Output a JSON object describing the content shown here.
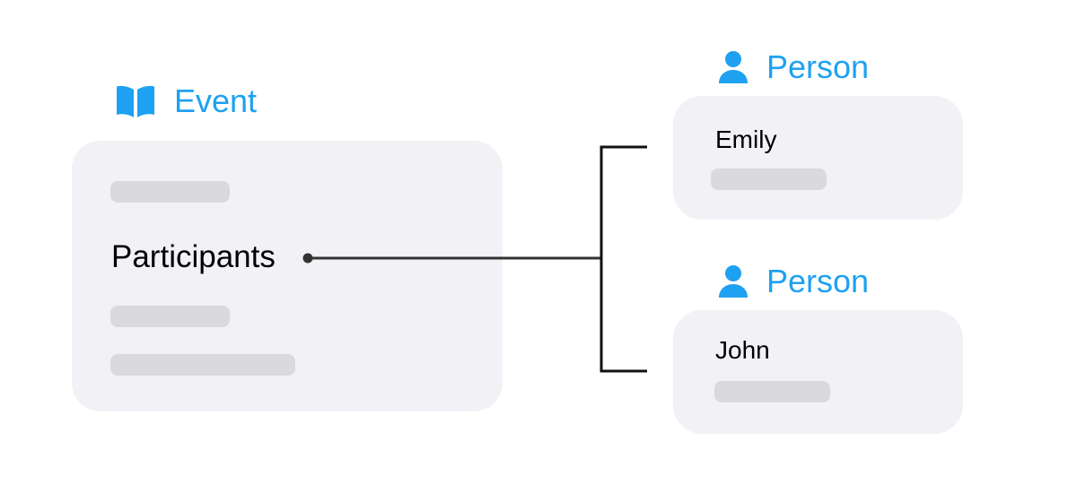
{
  "event": {
    "heading": "Event",
    "icon": "book-icon",
    "field_label": "Participants"
  },
  "persons": [
    {
      "heading": "Person",
      "icon": "person-icon",
      "name": "Emily"
    },
    {
      "heading": "Person",
      "icon": "person-icon",
      "name": "John"
    }
  ],
  "colors": {
    "accent": "#1ea1f1",
    "card_background": "#f2f2f6",
    "placeholder": "#d9d9de",
    "connector": "#333333"
  }
}
